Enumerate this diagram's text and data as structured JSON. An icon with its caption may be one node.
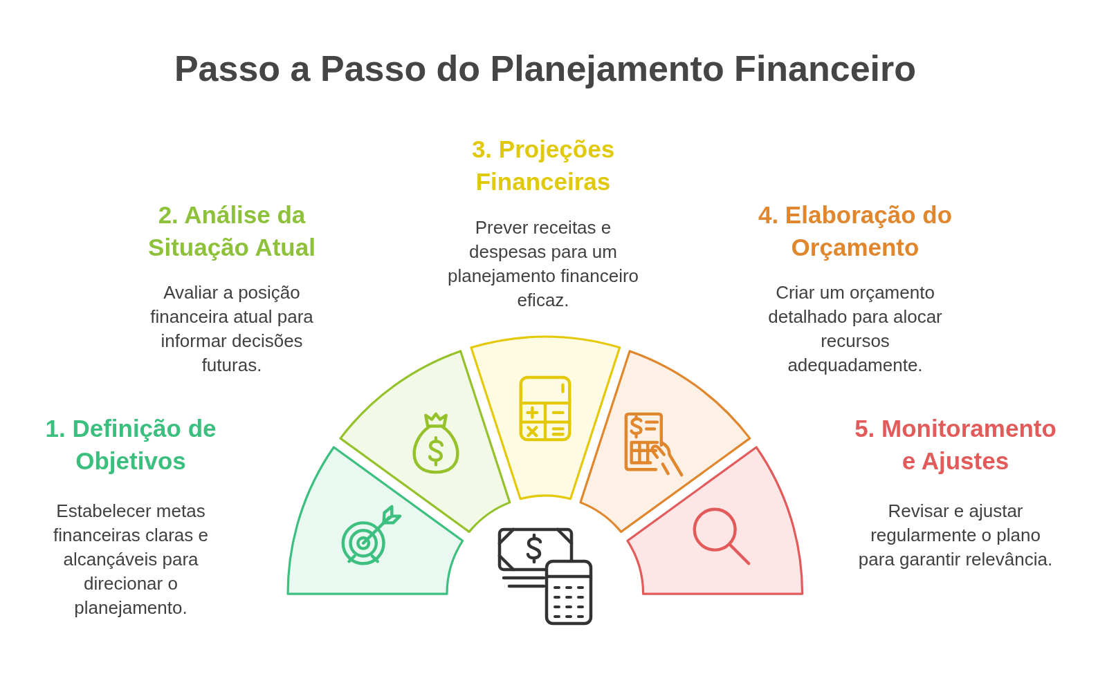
{
  "diagram": {
    "title": "Passo a Passo do Planejamento Financeiro",
    "nodes": [
      {
        "text": [],
        "shape": "sector",
        "beside": [
          "1. Definição de Objetivos",
          "Estabelecer metas financeiras claras e alcançáveis para direcionar o planejamento."
        ]
      },
      {
        "text": [],
        "shape": "sector",
        "beside": [
          "2. Análise da Situação Atual",
          "Avaliar a posição financeira atual para informar decisões futuras."
        ]
      },
      {
        "text": [],
        "shape": "sector",
        "beside": [
          "3. Projeções Financeiras",
          "Prever receitas e despesas para um planejamento financeiro eficaz."
        ]
      },
      {
        "text": [],
        "shape": "sector",
        "beside": [
          "4. Elaboração do Orçamento",
          "Criar um orçamento detalhado para alocar recursos adequadamente."
        ]
      },
      {
        "text": [],
        "shape": "sector",
        "beside": [
          "5. Monitoramento e Ajustes",
          "Revisar e ajustar regularmente o plano para garantir relevância."
        ]
      }
    ]
  }
}
